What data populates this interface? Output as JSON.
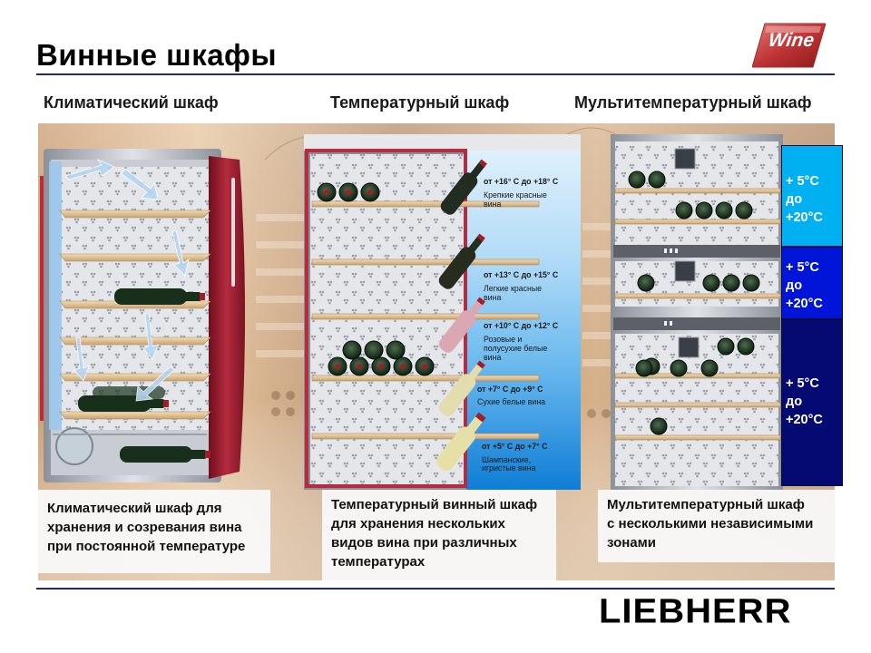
{
  "header": {
    "title": "Винные шкафы",
    "logo_text": "Wine"
  },
  "columns": [
    {
      "heading": "Климатический шкаф",
      "caption": "Климатический шкаф для\nхранения и созревания вина\nпри постоянной температуре"
    },
    {
      "heading": "Температурный шкаф",
      "caption": "Температурный винный шкаф\nдля хранения нескольких\nвидов вина при различных\nтемпературах"
    },
    {
      "heading": "Мультитемпературный  шкаф",
      "caption": "Мультитемпературный шкаф\nс несколькими независимыми\nзонами"
    }
  ],
  "temperature_zones": [
    {
      "range": "от +16° С до +18° С",
      "wine": "Крепкие красные\nвина",
      "color": "#cfe8fb"
    },
    {
      "range": "от +13° С до +15° С",
      "wine": "Легкие красные\nвина",
      "color": "#b5dcf8"
    },
    {
      "range": "от +10° С до +12° С",
      "wine": "Розовые и\nполусухие белые\nвина",
      "color": "#8cc8f3"
    },
    {
      "range": "от +7° С до +9° С",
      "wine": "Сухие белые вина",
      "color": "#52aceb"
    },
    {
      "range": "от +5° С до +7° С",
      "wine": "Шампанские,\nигристые вина",
      "color": "#1b86da"
    }
  ],
  "multi_zones": [
    {
      "text": "+ 5°C\nдо\n+20°C",
      "color": "#00b0f0"
    },
    {
      "text": "+ 5°C\nдо\n+20°C",
      "color": "#0015d8"
    },
    {
      "text": "+ 5°C\nдо\n+20°C",
      "color": "#050a73"
    }
  ],
  "footer": {
    "brand": "LIEBHERR"
  }
}
